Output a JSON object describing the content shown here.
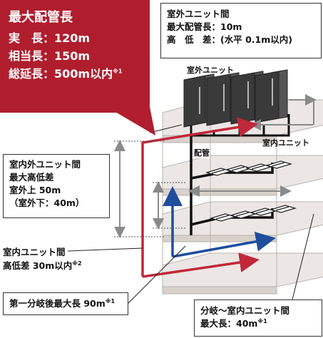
{
  "max_piping": {
    "title": "最大配管長",
    "actual": "実　長：120m",
    "equivalent": "相当長：150m",
    "total_prefix": "総延長：500m以内",
    "total_note": "※1"
  },
  "outdoor_units_box": {
    "line1": "室外ユニット間",
    "line2": "最大配管長：10m",
    "line3": "高　低　差：(水平 0.1m以内)"
  },
  "labels": {
    "outdoor_unit": "室外ユニット",
    "piping": "配管",
    "indoor_unit": "室内ユニット"
  },
  "height_diff_box": {
    "line1": "室内外ユニット間",
    "line2": "最大高低差",
    "line3": "室外上 50m",
    "line4": "（室外下：40m）"
  },
  "indoor_height": {
    "line1": "室内ユニット間",
    "line2_prefix": "高低差 30m以内",
    "note": "※2"
  },
  "first_branch": {
    "text": "第一分岐後最大長 90m",
    "note": "※1"
  },
  "branch_box": {
    "line1": "分岐～室内ユニット間",
    "line2_prefix": "最大長：40m",
    "note": "※1"
  },
  "colors": {
    "red": "#c0283a",
    "callout": "#b01e2e",
    "blue": "#1f4e9c",
    "gray_arrow": "#8a8a8a",
    "floor": "#ece7e4"
  }
}
